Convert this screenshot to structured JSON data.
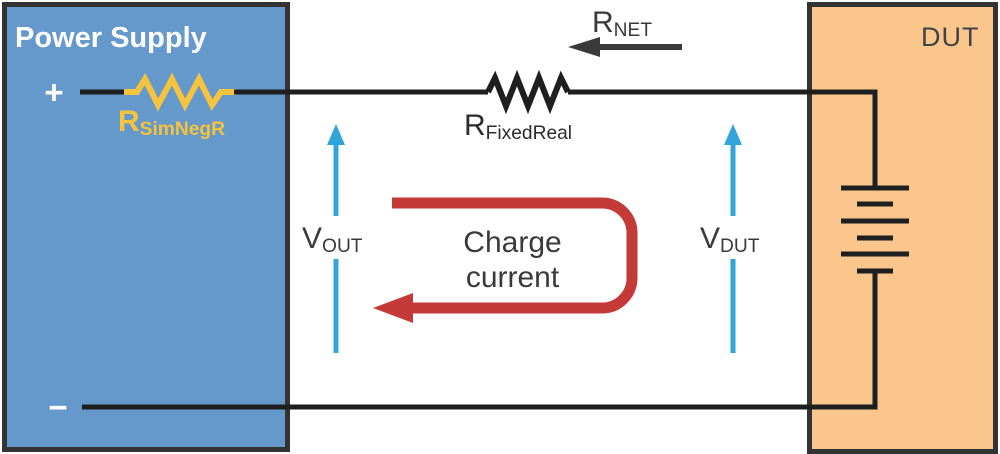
{
  "diagram": {
    "power_supply": {
      "title": "Power Supply",
      "plus": "+",
      "minus": "−"
    },
    "dut": {
      "title": "DUT"
    },
    "labels": {
      "r_net": {
        "base": "R",
        "sub": "NET"
      },
      "r_fixed_real": {
        "base": "R",
        "sub": "FixedReal"
      },
      "r_sim_neg_r": {
        "base": "R",
        "sub": "SimNegR"
      },
      "v_out": {
        "base": "V",
        "sub": "OUT"
      },
      "v_dut": {
        "base": "V",
        "sub": "DUT"
      },
      "charge_current": {
        "line1": "Charge",
        "line2": "current"
      }
    },
    "colors": {
      "power_supply_fill": "#6598cb",
      "dut_fill": "#fac68c",
      "box_border": "#333333",
      "wire": "#1f1f1f",
      "negative_resistor": "#f6c33e",
      "charge_current_arrow": "#c43a38",
      "voltage_arrow": "#31a5db",
      "rnet_arrow": "#3a3a3a",
      "label_text": "#3a3a3a",
      "title_text_light": "#ffffff"
    }
  }
}
